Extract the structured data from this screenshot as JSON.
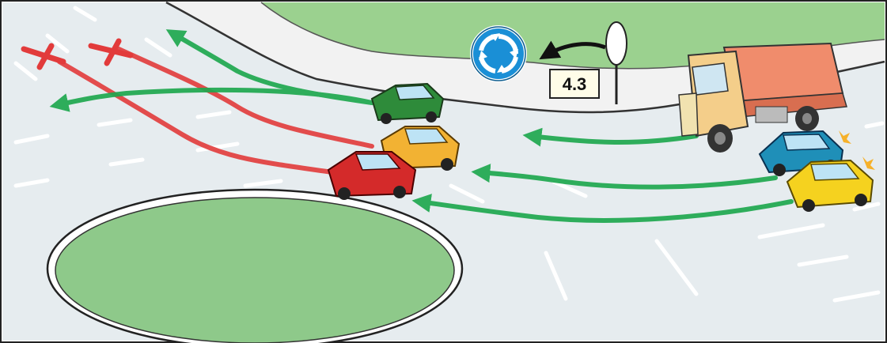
{
  "scene": {
    "sign_label": "4.3",
    "sign_icon": "roundabout-sign-icon",
    "colors": {
      "allowed_path": "#1fa84f",
      "forbidden_path": "#e23b3b",
      "road": "#e6ecef",
      "island": "#8ec98a",
      "sign_blue": "#1a8fd6"
    },
    "vehicles": [
      {
        "name": "truck",
        "color": "#f4ce8a"
      },
      {
        "name": "green-car",
        "color": "#2e8b3a"
      },
      {
        "name": "orange-car",
        "color": "#f2b233"
      },
      {
        "name": "red-car",
        "color": "#d42a2a"
      },
      {
        "name": "blue-car",
        "color": "#1f8fb8"
      },
      {
        "name": "yellow-car",
        "color": "#f5d21f"
      }
    ]
  }
}
